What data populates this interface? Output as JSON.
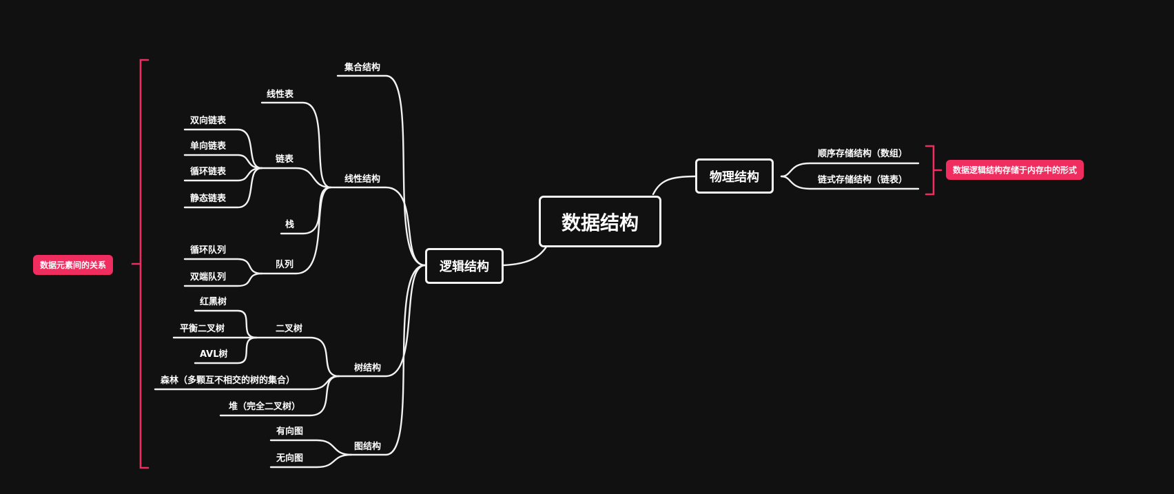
{
  "colors": {
    "background": "#111111",
    "line": "#f2f2f2",
    "accent": "#ef2d5e"
  },
  "root": {
    "label": "数据结构"
  },
  "logical": {
    "label": "逻辑结构",
    "set": "集合结构",
    "linear": {
      "label": "线性结构",
      "list": "线性表",
      "linked": {
        "label": "链表",
        "items": [
          "双向链表",
          "单向链表",
          "循环链表",
          "静态链表"
        ]
      },
      "stack": "栈",
      "queue": {
        "label": "队列",
        "items": [
          "循环队列",
          "双端队列"
        ]
      }
    },
    "tree": {
      "label": "树结构",
      "binary": {
        "label": "二叉树",
        "items": [
          "红黑树",
          "平衡二叉树",
          "AVL树"
        ]
      },
      "forest": "森林（多颗互不相交的树的集合）",
      "heap": "堆（完全二叉树）"
    },
    "graph": {
      "label": "图结构",
      "items": [
        "有向图",
        "无向图"
      ]
    },
    "summary": "数据元素间的关系"
  },
  "physical": {
    "label": "物理结构",
    "items": [
      "顺序存储结构（数组）",
      "链式存储结构（链表）"
    ],
    "summary": "数据逻辑结构存储于内存中的形式"
  }
}
